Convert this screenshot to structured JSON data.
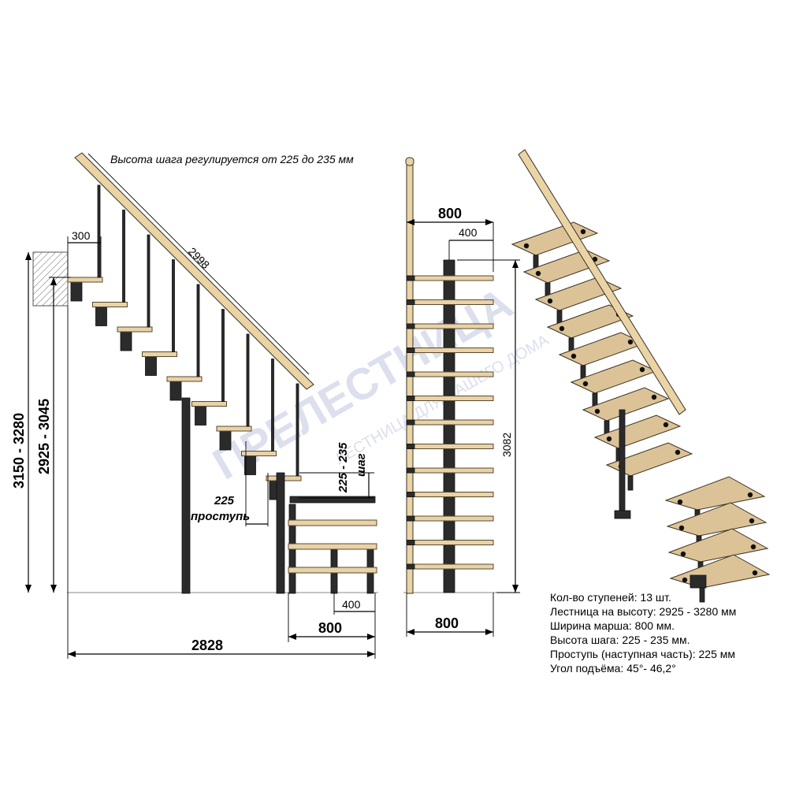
{
  "title": "Высота шага регулируется от 225 до 235 мм",
  "watermark": {
    "brand": "ПРЕЛЕСТНИЦА",
    "tagline": "ЛЕСТНИЦА ДЛЯ ВАШЕГО ДОМА"
  },
  "side_view": {
    "rail_length": "2998",
    "top_step_depth": "300",
    "total_height": "3150 - 3280",
    "floor_height": "2925 - 3045",
    "tread_value": "225",
    "tread_word": "проступь",
    "step_value": "225 - 235",
    "step_word": "шаг",
    "offset_400": "400",
    "width_800": "800",
    "total_length": "2828"
  },
  "front_view": {
    "top_width": "800",
    "half_width": "400",
    "height": "3082",
    "bottom_width": "800"
  },
  "specs": [
    "Кол-во ступеней: 13 шт.",
    "Лестница на высоту: 2925 - 3280 мм",
    "Ширина марша: 800 мм.",
    "Высота шага: 225 - 235 мм.",
    "Проступь (наступная часть): 225 мм",
    "Угол подъёма: 45°- 46,2°"
  ]
}
